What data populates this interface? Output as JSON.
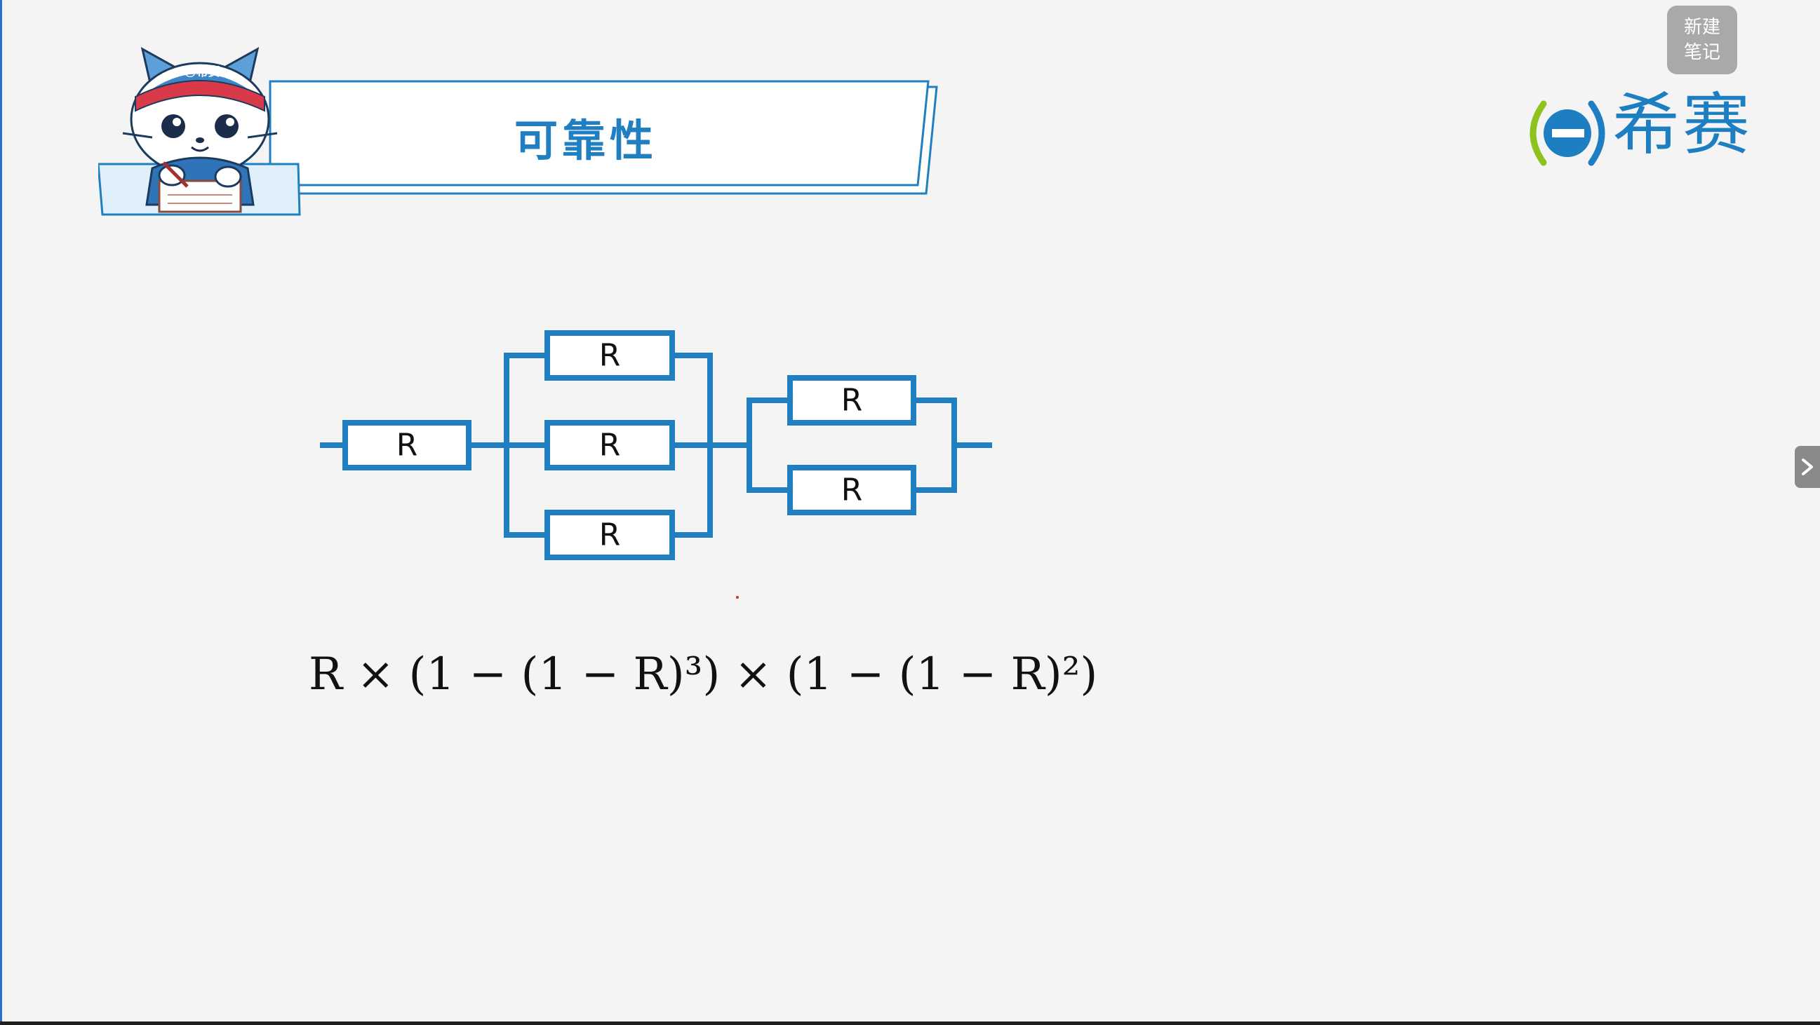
{
  "slide": {
    "title": "可靠性",
    "mascot_badge": "㊂希赛",
    "logo_text": "希赛",
    "formula": "R × (1 − (1 − R)³) × (1 − (1 − R)²)"
  },
  "note_button": {
    "line1": "新建",
    "line2": "笔记"
  },
  "circuit": {
    "component_label": "R",
    "components": [
      "R",
      "R",
      "R",
      "R",
      "R",
      "R"
    ]
  },
  "colors": {
    "accent_blue": "#1f7fc0",
    "logo_green": "#8dc21f",
    "background": "#f4f4f4"
  },
  "icons": {
    "side_handle": "chevron-right-icon"
  }
}
